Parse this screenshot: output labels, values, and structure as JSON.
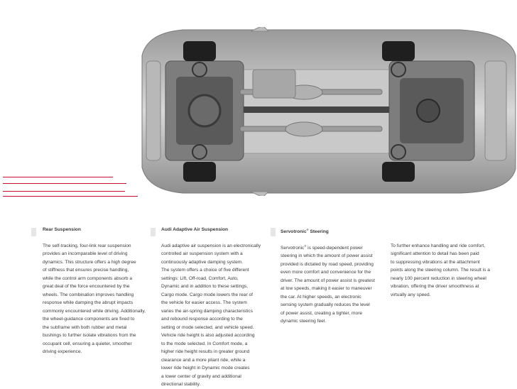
{
  "columns": [
    {
      "heading": "Rear Suspension",
      "lines": [
        "The self-tracking, four-link rear suspension",
        "provides an incomparable level of driving",
        "dynamics. This structure offers a high degree",
        "of stiffness that ensures precise handling,",
        "while the control arm components absorb a",
        "great deal of the force encountered by the",
        "wheels. The combination improves handling",
        "response while damping the abrupt impacts",
        "commonly encountered while driving. Additionally,",
        "the wheel-guidance components are fixed to",
        "the subframe with both rubber and metal",
        "bushings to further isolate vibrations from the",
        "occupant cell, ensuring a quieter, smoother",
        "driving experience."
      ]
    },
    {
      "heading": "Audi Adaptive Air Suspension",
      "lines": [
        "Audi adaptive air suspension is an electronically",
        "controlled air suspension system with a",
        "continuously adaptive damping system.",
        "The system offers a choice of five different",
        "settings: Lift, Off-road, Comfort, Auto,",
        "Dynamic and in addition to these settings,",
        "Cargo mode. Cargo mode lowers the rear of",
        "the vehicle for easier access. The system",
        "varies the air-spring damping characteristics",
        "and rebound response according to the",
        "setting or mode selected, and vehicle speed.",
        "Vehicle ride height is also adjusted according",
        "to the mode selected. In Comfort mode, a",
        "higher ride height results in greater ground",
        "clearance and a more pliant ride, while a",
        "lower ride height in Dynamic mode creates",
        "a lower center of gravity and additional",
        "directional stability."
      ]
    },
    {
      "heading_main": "Servotronic",
      "heading_sup": "®",
      "heading_rest": " Steering",
      "first_main": "Servotronic",
      "first_sup": "®",
      "first_rest": " is speed-dependent power",
      "lines": [
        "steering in which the amount of power assist",
        "provided is dictated by road speed, providing",
        "even more comfort and convenience for the",
        "driver. The amount of power assist is greatest",
        "at low speeds, making it easier to maneuver",
        "the car. At higher speeds, an electronic",
        "sensing system gradually reduces the level",
        "of power assist, creating a tighter, more",
        "dynamic steering feel."
      ]
    },
    {
      "lines": [
        "To further enhance handling and ride comfort,",
        "significant attention to detail has been paid",
        "to suppressing vibrations at the attachment",
        "points along the steering column. The result is a",
        "nearly 100 percent reduction in steering wheel",
        "vibration, offering the driver smoothness at",
        "virtually any speed."
      ]
    }
  ],
  "colors": {
    "accent": "#c8102e",
    "marker": "#e6e6e6",
    "text": "#3a3a3a"
  }
}
